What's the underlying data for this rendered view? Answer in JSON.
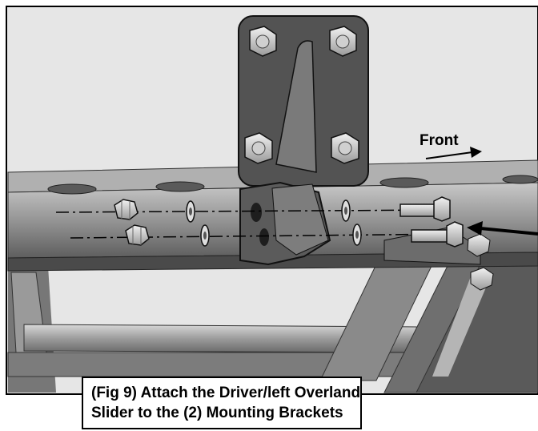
{
  "labels": {
    "front": "Front"
  },
  "caption": {
    "line1": "(Fig 9) Attach the Driver/left Overland",
    "line2": "Slider to the (2) Mounting Brackets"
  },
  "colors": {
    "outline": "#000000",
    "rail": "#8e8e8e",
    "bracket": "#4f4f4f",
    "hardware": "#d2d2d2"
  }
}
